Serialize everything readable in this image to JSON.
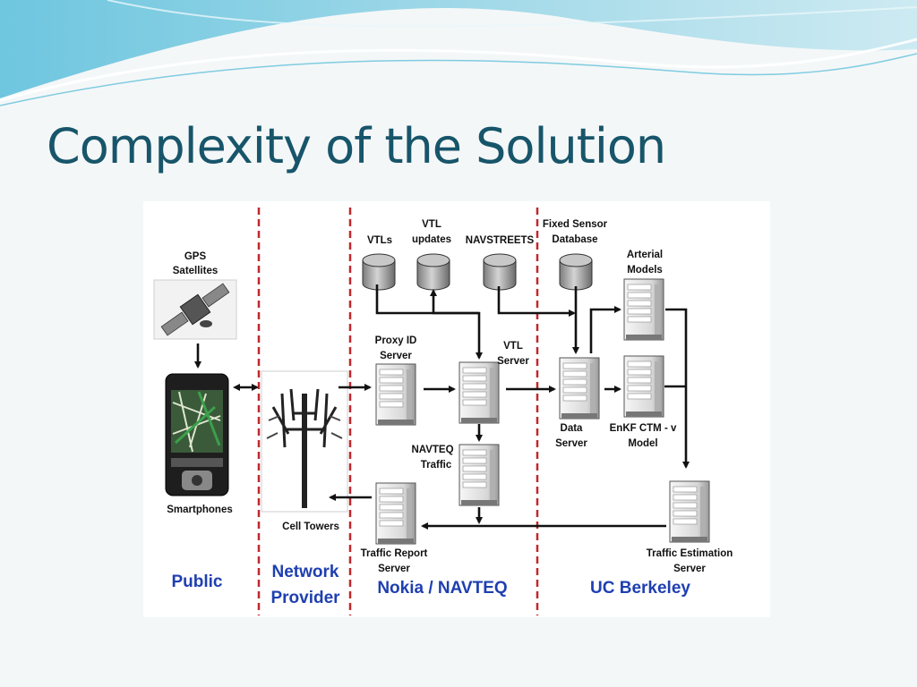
{
  "slide": {
    "title": "Complexity of the Solution"
  },
  "diagram": {
    "labels": {
      "gps_satellites_1": "GPS",
      "gps_satellites_2": "Satellites",
      "smartphones": "Smartphones",
      "cell_towers": "Cell Towers",
      "vtls": "VTLs",
      "vtl_updates_1": "VTL",
      "vtl_updates_2": "updates",
      "navstreets": "NAVSTREETS",
      "fixed_sensor_1": "Fixed Sensor",
      "fixed_sensor_2": "Database",
      "arterial_1": "Arterial",
      "arterial_2": "Models",
      "proxy_1": "Proxy ID",
      "proxy_2": "Server",
      "vtl_server_1": "VTL",
      "vtl_server_2": "Server",
      "data_server_1": "Data",
      "data_server_2": "Server",
      "enkf_1": "EnKF CTM - v",
      "enkf_2": "Model",
      "navteq_traffic_1": "NAVTEQ",
      "navteq_traffic_2": "Traffic",
      "traffic_report_1": "Traffic Report",
      "traffic_report_2": "Server",
      "traffic_est_1": "Traffic Estimation",
      "traffic_est_2": "Server"
    },
    "zones": {
      "public": "Public",
      "network_1": "Network",
      "network_2": "Provider",
      "nokia": "Nokia / NAVTEQ",
      "berkeley": "UC Berkeley"
    },
    "colors": {
      "zone_label": "#1f3fb0",
      "divider": "#c0282d",
      "arrow": "#111111",
      "title": "#17556a"
    }
  }
}
